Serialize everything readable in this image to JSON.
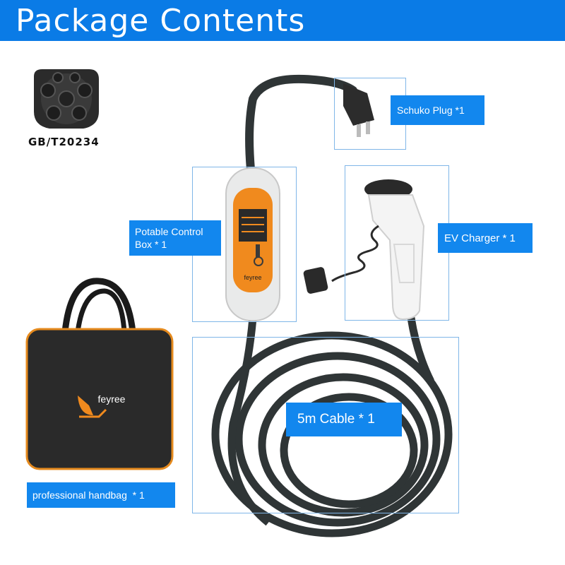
{
  "header": {
    "title": "Package Contents"
  },
  "connector": {
    "label": "GB/T20234"
  },
  "items": {
    "schuko_plug": "Schuko Plug *1",
    "control_box_line1": "Potable Control",
    "control_box_line2": "Box * 1",
    "ev_charger": "EV Charger * 1",
    "cable": "5m Cable * 1",
    "handbag": "professional handbag  * 1"
  },
  "brand": {
    "name": "feyree"
  },
  "colors": {
    "header": "#0a7be6",
    "label": "#1287ee",
    "accent": "#f08a1e",
    "cable": "#2f3536"
  }
}
